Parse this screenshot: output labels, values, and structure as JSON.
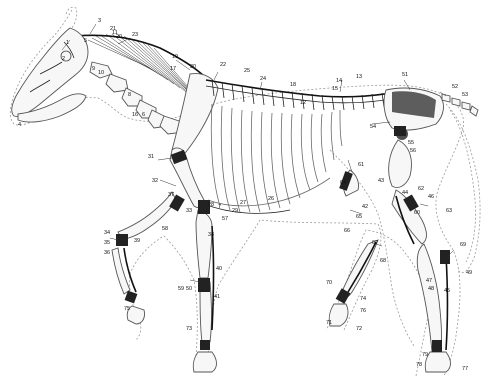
{
  "labels": [
    "1",
    "2",
    "3",
    "4",
    "5",
    "6",
    "7",
    "8",
    "9",
    "10",
    "11",
    "12",
    "13",
    "14",
    "15",
    "16",
    "17",
    "18",
    "19",
    "20",
    "21",
    "22",
    "23",
    "24",
    "25",
    "26",
    "27",
    "28",
    "29",
    "30",
    "31",
    "32",
    "33",
    "34",
    "35",
    "36",
    "37",
    "38",
    "39",
    "40",
    "41",
    "42",
    "43",
    "44",
    "45",
    "46",
    "47",
    "48",
    "49",
    "50",
    "51",
    "52",
    "53",
    "54",
    "55",
    "56",
    "57",
    "58",
    "59",
    "60",
    "61",
    "62",
    "63",
    "64",
    "65",
    "66",
    "67",
    "68",
    "69",
    "70",
    "71",
    "72",
    "73",
    "74",
    "75",
    "76",
    "77",
    "78",
    "79"
  ],
  "colors": {
    "ink": "#111111",
    "bone_fill": "#f7f7f7",
    "outline": "#9a9a9a",
    "background": "#ffffff"
  }
}
